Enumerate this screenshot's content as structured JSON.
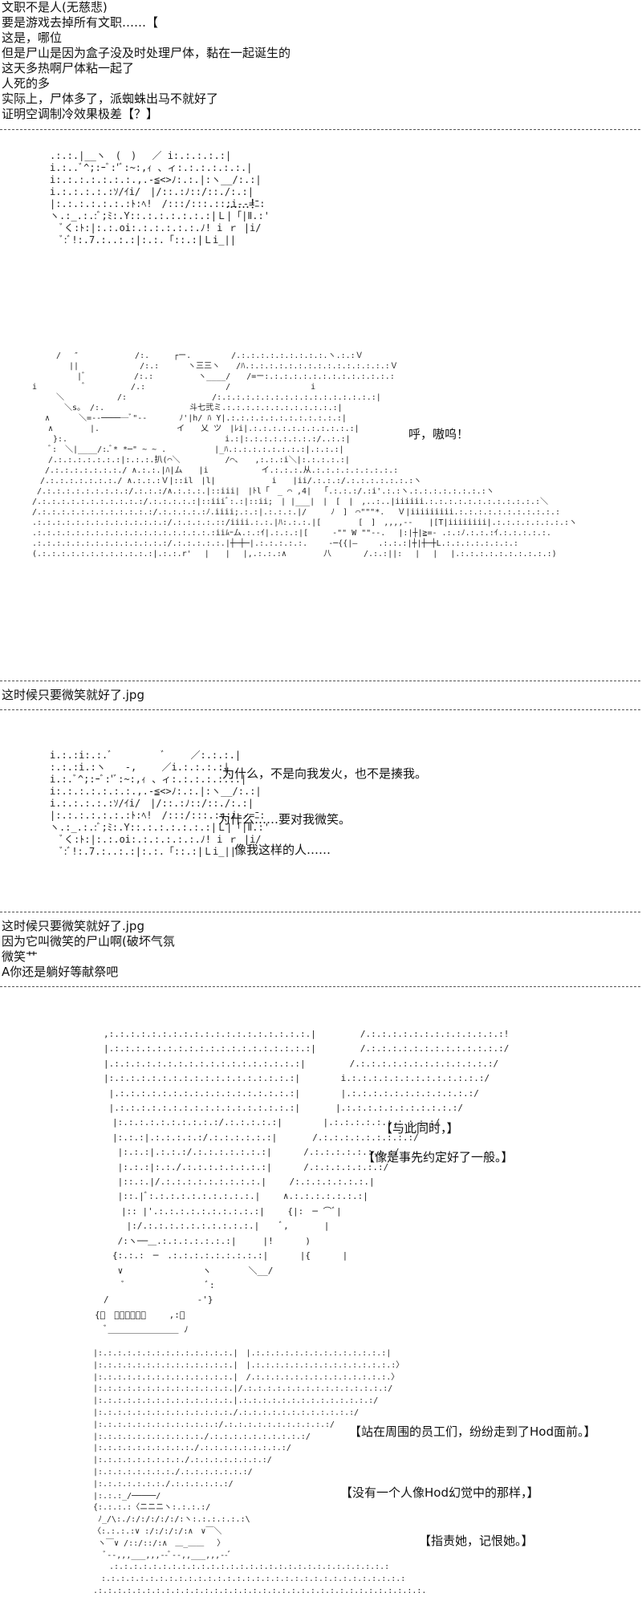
{
  "section1": {
    "lines": [
      "文职不是人(无慈悲)",
      "要是游戏去掉所有文职……【",
      "这是，哪位",
      "但是尸山是因为盒子没及时处理尸体，黏在一起诞生的",
      "这天多热啊尸体粘一起了",
      "人死的多",
      "实际上，尸体多了，派蜘蛛出马不就好了",
      "证明空调制冷效果极差【？】"
    ]
  },
  "panel1": {
    "art": ".:.:.|__ヽ　(　) 　／ i:.:.:.:.:|\ni.:..ﾞ^;:ｰﾞ:'ﾞ:~:,ｨ 、ィ:.:.:.:.:.:.|\ni:.:.:.:.:.:.:.,.-≦<>ﾉ:.:.|:ヽ__/:.:|\ni.:.:.:.:.:ｿ/ｲi/　|/::.:ﾉ::/::./:.:|\n|:.:.:.:.:.:.:ﾄ:ﾍ!　/:::/:::.:::i--=ﾆ:\nヽ.:_.:.:ﾞ;ﾐ:.Y::.:.:.:.:.:.:|Ｌ|「|Ⅱ.:'\n　ﾞく:ﾄ:|:.:.oi:.:.:.:.:.:.ﾉ! i ｒ |i/\n　ﾞ:ﾞ!:.7.:..:.:|:.:.「::.:|Ｌi_||",
    "dialog": "……！"
  },
  "panel2": {
    "art": "　　　/　 ″　　　　　　　/:.　　　┌ー.　　　　　/.:.:.:.:.:.:.:.:.:.ヽ.:.:Ｖ\n　　　　 ||　　　　　　　 /:.:　　　 ヽ三三ヽ　　/ﾊ.:.:.:.:.:.:.:.:.:.:.:.:.:.:.:Ｖ\n　　　　　 |ﾞ　　　　　　/:.:　　　　　 ヽ____/　　/=ー:.:.:.:.:.:.:.:.:.:.:.:.:.: \ni　　　　　 ﾞ　　　　　 /.:　　　　　　　　　　/　　　　　　　　　　i\n　　　＼　　　　　　 /:　　　　　　　　　　 /:.:.:.:.:.:.:.:.:.:.:.:.:.:.:.:.:|\n　　　　＼s。 /:.　　　　　　　　　　 斗七弐ミ.:.:.:.:.:.:.:.:.:.:.:.:|\n　 ∧　　　 ＼=--─────ﾞ\"--　　　　ﾉ'|h/ ﾊ Y|.:.:.:.:.:.:.:.:.:.:.:.:|\n　　∧　　　　 |.　　　　　　　　　 イ　　乂 ツ　|ﾚi|.:.:.:.:.:.:.:.:.:.:.:|\n　　 }:.　　　　　　　　　　　　　　　　　　　 i.:|:.:.:.:.:.:.:.:/..:.:|\n　　ﾞ:　＼|____/:.ﾞ* *─\" ~ ~ .　　　　　　|_ﾊ.:.:.:.:.:.:.:.:|.:.:.:|\n　　/.:.:.:.:.:.:.:|:.:.:.扒(⌒＼　　　　　 /⌒、　　,:.:.:i＼|:.:.:.:.:|\n　 /.:.:.:.:.:.:.:./ ∧.:.:.|ﾊ|ム　　|i　　　　　　 イ.:.:.:.从.:.:.:.:.:.:.:.:.:\n　/.:.:.:.:.:.:.:./ ∧.:.:.:Ｖ|::il　|l|　　　　　　　i　　|ii/.:.:.:/.:.:.:.:.:.:.:ヽ\n /.:.:.:.:.:.:.:.:.:/.:.:.:/∧.:.:.:.|::iii|　|ﾄl「　_ ⌒ ,4| 　「.:.:.:/.:i'.:.:ヽ.:.:.:.:.:.:.:.:ヽ\n/.:.:.:.:.:.:.:.:.:.:.:/.:.:.:.:.:|::iiiﾞ:.:|::ii;　| |___|　|　[　|　,..:..|iiiiii.:.:.:.:.:.:.:.:.:.:.:.:＼\n/.:.:.:.:.:.:.:.:.:.:.:.:/.:.:.:.:.:ﾉ.iiii;.:.:|.:.:.:.|/　　　ﾉ　]　⌒\"\"\"*.　 Ｖ|iiiiiiiii.:.:.:.:.:.:.:.:.:.:.:\n.:.:.:.:.:.:.:.:.:.:.:.:.:.:/.:.:.:.:.::/iiii.:.:.|ﾊ:.:.:.|[　　　　 [　]　,,,,--　　|[T|iiiiiiii|.:.:.:.:.:.:.:.:ヽ\n.:.:.:.:.:.:.:.:.:.:.:.:.:.:.:.:.:.:.:iiﾑｰム.:.:ｲ|.:.:.:|[　　　-\"\" W \"\"--.　 |:|┼|≧=- .:.:ﾉ.:.:.:ｲ.:.:.:.:.:.\n.:.:.:.:.:.:.:.:.:.:.:.:.:.:/.:.:.:.:.:.|┼─┼─|.:.:.:.:.:.　　 -─{{|—　　 .:.:.:|┼|┼─┼L.:.:.:.:.:.:.:.:\n(.:.:.:.:.:.:.:.:.:.:.:.:|.:.:.r'　 |　　|　 |,.:.:.:∧　　　　 八　　　　/.:.:||:　 |　 |　 |.:.:.:.:.:.:.:.:.:.:)",
    "dialog": "呼，嗷呜！"
  },
  "section2": {
    "lines": [
      "这时候只要微笑就好了.jpg"
    ]
  },
  "panel3": {
    "art": "i.:.:i:.:.ﾞ　　　　　ﾞ　　 ／:.:.:.|\n:.:.:i.:ヽ　　-,　　 ／i.:.:.:.:|\ni.:.ﾞ^;:ｰﾞ:'ﾞ:~:,ｨ 、ィ:.:.:.:.:.:.|\ni:.:.:.:.:.:.:.,.-≦<>ﾉ:.:.|:ヽ__/:.:|\ni.:.:.:.:.:ｿ/ｲi/　|/::.:ﾉ::/::./:.:|\n|:.:.:.:.:.:.:ﾄ:ﾍ!　/:::/:::.:::i--=ﾆ:\nヽ.:_.:.:ﾞ;ﾐ:.Y::.:.:.:.:.:.:|Ｌ|「|Ⅱ.:'\n　ﾞく:ﾄ:|:.:.oi:.:.:.:.:.:.ﾉ! i ｒ |i/\n　ﾞ:ﾞ!:.7.:..:.:|:.:.「::.:|Ｌi_||",
    "dialog1": "为什么，不是向我发火，也不是揍我。",
    "dialog2": "为什么……要对我微笑。",
    "dialog3": "像我这样的人……"
  },
  "section3": {
    "lines": [
      "这时候只要微笑就好了.jpg",
      "因为它叫微笑的尸山啊(破坏气氛",
      "微笑艹",
      "A你还是躺好等献祭吧"
    ]
  },
  "panel4": {
    "art": "　,:.:.:.:.:.:.:.:.:.:.:.:.:.:.:.:.:.:.:.|　　　　　/.:.:.:.:.:.:.:.:.:.:.:.:.:!\n　|.:.:.:.:.:.:.:.:.:.:.:.:.:.:.:.:.:.:.:|　　　　　/.:.:.:.:.:.:.:.:.:.:.:.:.:/\n　|.:.:.:.:.:.:.:.:.:.:.:.:.:.:.:.:.:.:|　　　　　/.:.:.:.:.:.:.:.:.:.:.:.:.:/\n　|:.:.:.:.:.:.:.:.:.:.:.:.:.:.:.:.:.:|　　　　 i.:.:.:.:.:.:.:.:.:.:.:.:.:/\n　 |.:.:.:.:.:.:.:.:.:.:.:.:.:.:.:.:.:|　　　　 |.:.:.:.:.:.:.:.:.:.:.:.:/\n　 |.:.:.:.:.:.:.:.:.:.:.:.:.:.:.:.:.:|　　　　|.:.:.:.:.:.:.:.:.:.:.:/\n　　|:.:.:.:.:.:.:.:.:.:/.:.:.:.:.:|　　　　 |.:.:.:.:.:.:.:.:.:.:/\n　　|:.:.:|.:.:.:.:.:/.:.:.:.:.:.:|　　　　/.:.:.:.:.:.:.:.:.:/\n　　 |:.:.:|.:.:.:/.:.:.:.:.:.:.:|　　　 /.:.:.:.:.:.:.:.:/\n　　 |:.:.:|:.:./.:.:.:.:.:.:.:.:|　　　 /.:.:.:.:.:.:.:/\n　　 |::.:.|/.:.:.:.:.:.:.:.:.:.|　　 /:.:.:.:.:.:.:.|\n　　 |::.|ﾞ:.:.:.:.:.:.:.:.:.:.|　　 ∧.:.:.:.:.:.:.:|\n　　　|:: |'.:.:.:.:.:.:.:.:.:.:|　　 {|:　─ ⌒ﾞ|\n　　　 |:/.:.:.:.:.:.:.:.:.:.:.|　　 ﾞ,　　　　|\n　　 /:ヽ──＿.:.:.:.:.:.:.:|　　　|!　　　 )\n　　{:.:.:　─　.:.:.:.:.:.:.:.:.:|　　　 |{　　　 |\n　　 ∨　　　　　　　　　ヽ　　 　 ＼__/\n　　　ﾞ　　　　　　　　　ﾞ:\n　/　　　　　　　　　　-'}\n{ﾞ　＿＿＿＿＿＿　　 ,:ﾞ\n　ﾞ＿＿＿＿＿＿＿＿ ﾉ",
    "dialog1": "【与此同时，】",
    "dialog2": "【像是事先约定好了一般。】"
  },
  "panel5": {
    "art": "|:.:.:.:.:.:.:.:.:.:.:.:.:.:.|　|.:.:.:.:.:.:.:.:.:.:.:.:.:.:|\n|:.:.:.:.:.:.:.:.:.:.:.:.:.:.|　|.:.:.:.:.:.:.:.:.:.:.:.:.:.:.:〉\n|:.:.:.:.:.:.:.:.:.:.:.:.:.:.|　/.:.:.:.:.:.:.:.:.:.:.:.:.:.:.〉\n|:.:.:.:.:.:.:.:.:.:.:.:.:.:.|/.:.:.:.:.:.:.:.:.:.:.:.:.:.:.:/\n|:.:.:.:.:.:.:.:.:.:.:.:.:.:.|.:.:.:.:.:.:.:.:.:.:.:.:.:.:/\n|:.:.:.:.:.:.:.:.:.:.:.:.:.:./.:.:.:.:.:.:.:.:.:.:.:.:/\n|:.:.:.:.:.:.:.:.:.:.:.:.:/.:.:.:.:.:.:.:.:.:.:.:/\n|:.:.:.:.:.:.:.:.:.:.:./.:.:.:.:.:.:.:.:.:.:/\n|:.:.:.:.:.:.:.:.:.:./.:.:.:.:.:.:.:.:.:/\n|:.:.:.:.:.:.:.:.:./.:.:.:.:.:.:.:.:/\n|:.:.:.:.:.:.:.:./.:.:.:.:.:.:.:/\n|:.:.:.:.:.:.:./.:.:.:.:.:.:/\n|:.:.:_/─────/\n{:.:.:.:〈ニニニヽ:.:.:.:/\n ﾉ_/\\:./:/:/:/:/:/:ヽ:.:.:.:.:.:\\\n〈:.:.:.:∨ :/:/:/:/:∧　∨￣＼\n ヽ￣∨ /::/::/:∧　＿_＿＿　 〉\n　 ﾞ--,,,___,,,--ﾞ--,,___,,,--ﾞ\n　　.:.:.:.:.:.:.:.:.:.:.:.:.:.:.:.:.:.:.:.:.:.:.:.:.:.:.:.:.:\n　:.:.:.:.:.:.:.:.:.:.:.:.:.:.:.:.:.:.:.:.:.:.:.:.:.:.:.:.:.:.:.:\n.:.:.:.:.:.:.:.:.:.:.:.:.:.:.:.:.:.:.:.:.:.:.:.:.:.:.:.:.:.:.:.:.:.:.",
    "dialog1": "【站在周围的员工们，纷纷走到了Hod面前。】",
    "dialog2": "【没有一个人像Hod幻觉中的那样，】",
    "dialog3": "【指责她，记恨她。】"
  }
}
